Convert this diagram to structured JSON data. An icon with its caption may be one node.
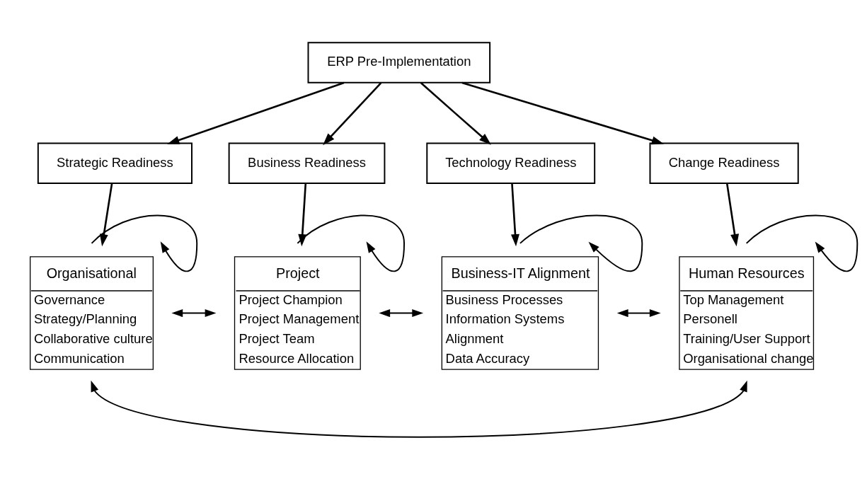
{
  "diagram": {
    "nodes": [
      {
        "text": [
          "ERP Pre-Implementation"
        ]
      },
      {
        "text": [
          "Strategic Readiness"
        ]
      },
      {
        "text": [
          "Business Readiness"
        ]
      },
      {
        "text": [
          "Technology Readiness"
        ]
      },
      {
        "text": [
          "Change Readiness"
        ]
      },
      {
        "text": [
          "Organisational",
          "Governance",
          "Strategy/Planning",
          "Collaborative culture",
          "Communication"
        ]
      },
      {
        "text": [
          "Project",
          "Project Champion",
          "Project Management",
          "Project Team",
          "Resource Allocation"
        ]
      },
      {
        "text": [
          "Business-IT Alignment",
          "Business Processes",
          "Information Systems",
          "Alignment",
          "Data Accuracy"
        ]
      },
      {
        "text": [
          "Human Resources",
          "Top Management",
          "Personell",
          "Training/User Support",
          "Organisational change"
        ]
      }
    ],
    "edges": [
      {
        "from": 0,
        "to": 1,
        "arrow": "to"
      },
      {
        "from": 0,
        "to": 2,
        "arrow": "to"
      },
      {
        "from": 0,
        "to": 3,
        "arrow": "to"
      },
      {
        "from": 0,
        "to": 4,
        "arrow": "to"
      },
      {
        "from": 1,
        "to": 5,
        "arrow": "to"
      },
      {
        "from": 2,
        "to": 6,
        "arrow": "to"
      },
      {
        "from": 3,
        "to": 7,
        "arrow": "to"
      },
      {
        "from": 4,
        "to": 8,
        "arrow": "to"
      },
      {
        "from": 5,
        "to": 5,
        "arrow": "to"
      },
      {
        "from": 5,
        "to": 6,
        "arrow": "both"
      },
      {
        "from": 6,
        "to": 6,
        "arrow": "to"
      },
      {
        "from": 6,
        "to": 7,
        "arrow": "both"
      },
      {
        "from": 7,
        "to": 7,
        "arrow": "to"
      },
      {
        "from": 7,
        "to": 8,
        "arrow": "both"
      },
      {
        "from": 8,
        "to": 8,
        "arrow": "to"
      },
      {
        "from": 5,
        "to": 8,
        "arrow": "both"
      }
    ]
  }
}
